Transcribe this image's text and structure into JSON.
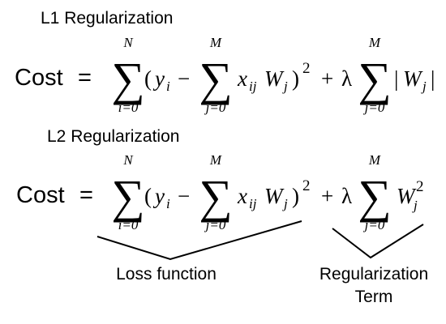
{
  "sections": {
    "l1": {
      "title": "L1 Regularization",
      "cost_label": "Cost",
      "equals": "=",
      "outer_sum": {
        "symbol": "∑",
        "upper": "N",
        "lower": "i=0"
      },
      "open_paren": "(",
      "y": "y",
      "y_sub": "i",
      "minus": "−",
      "inner_sum": {
        "symbol": "∑",
        "upper": "M",
        "lower": "j=0"
      },
      "x": "x",
      "x_sub": "ij",
      "w": "W",
      "w_sub": "j",
      "close_paren": ")",
      "square": "2",
      "plus": "+",
      "lambda": "λ",
      "reg_sum": {
        "symbol": "∑",
        "upper": "M",
        "lower": "j=0"
      },
      "abs_open": "|",
      "reg_w": "W",
      "reg_w_sub": "j",
      "abs_close": "|"
    },
    "l2": {
      "title": "L2 Regularization",
      "cost_label": "Cost",
      "equals": "=",
      "outer_sum": {
        "symbol": "∑",
        "upper": "N",
        "lower": "i=0"
      },
      "open_paren": "(",
      "y": "y",
      "y_sub": "i",
      "minus": "−",
      "inner_sum": {
        "symbol": "∑",
        "upper": "M",
        "lower": "j=0"
      },
      "x": "x",
      "x_sub": "ij",
      "w": "W",
      "w_sub": "j",
      "close_paren": ")",
      "square": "2",
      "plus": "+",
      "lambda": "λ",
      "reg_sum": {
        "symbol": "∑",
        "upper": "M",
        "lower": "j=0"
      },
      "reg_w": "W",
      "reg_w_sub": "j",
      "reg_w_sup": "2"
    }
  },
  "annotations": {
    "loss_label": "Loss function",
    "reg_label_line1": "Regularization",
    "reg_label_line2": "Term"
  }
}
